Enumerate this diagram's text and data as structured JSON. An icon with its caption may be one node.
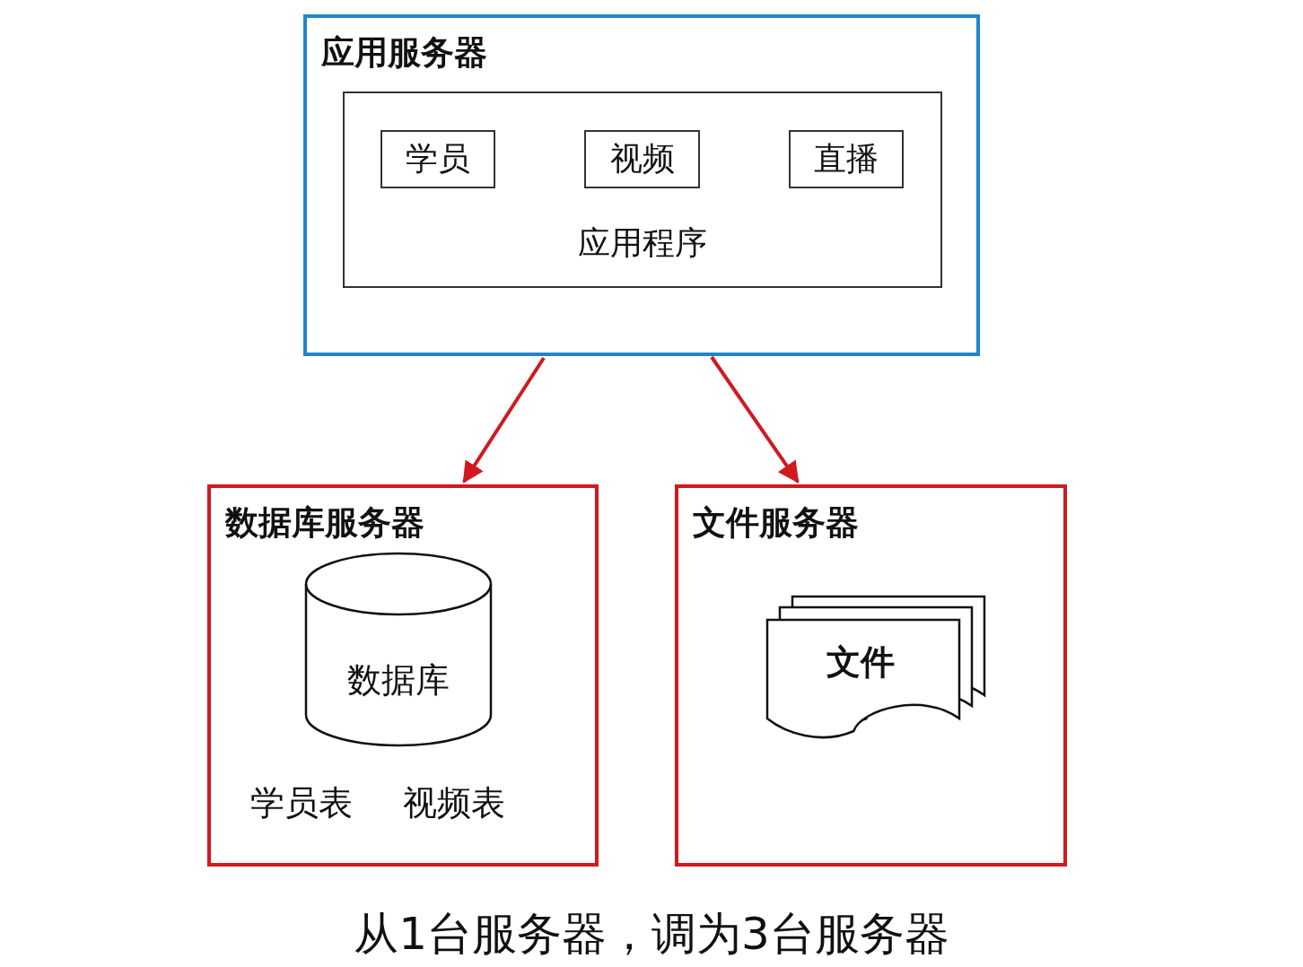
{
  "diagram": {
    "caption": "从1台服务器，调为3台服务器",
    "nodes": [
      {
        "text": [
          "应用服务器"
        ]
      },
      {
        "text": [
          "应用程序"
        ],
        "in": 0
      },
      {
        "text": [
          "学员"
        ],
        "in": 1
      },
      {
        "text": [
          "视频"
        ],
        "in": 1
      },
      {
        "text": [
          "直播"
        ],
        "in": 1
      },
      {
        "text": [
          "数据库服务器",
          "学员表",
          "视频表"
        ]
      },
      {
        "text": [
          "数据库"
        ],
        "in": 5
      },
      {
        "text": [
          "文件服务器"
        ]
      },
      {
        "text": [
          "文件"
        ],
        "in": 7
      }
    ],
    "edges": [
      {
        "from": 0,
        "to": 5,
        "arrow": "to"
      },
      {
        "from": 0,
        "to": 7,
        "arrow": "to"
      }
    ]
  }
}
